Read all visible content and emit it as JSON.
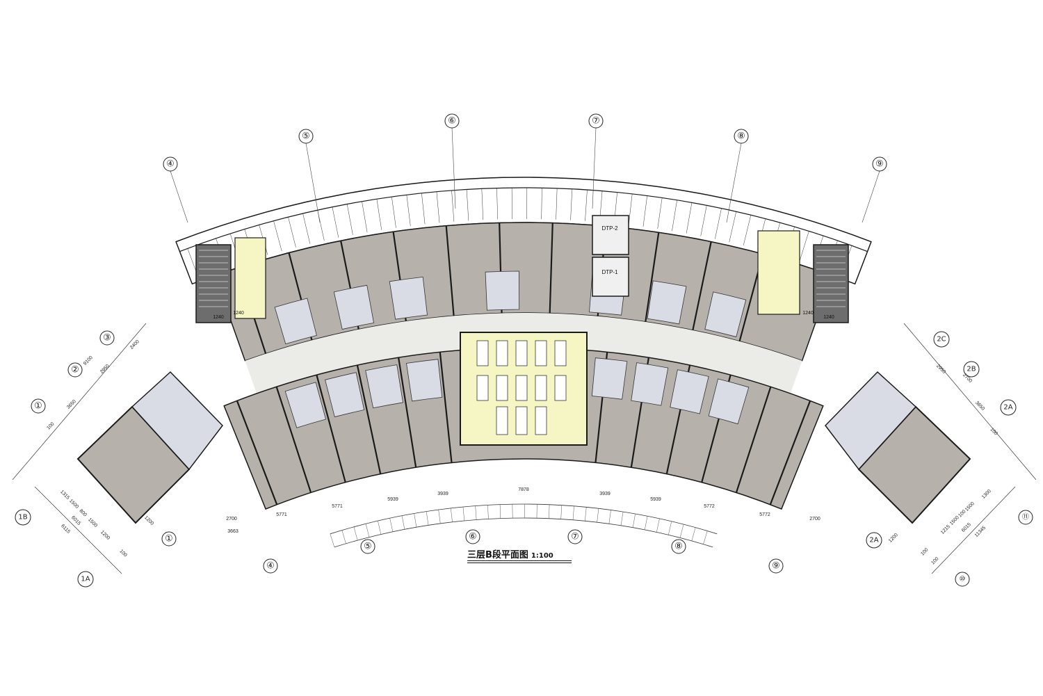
{
  "title": "三层B段平面图",
  "scale": "1:100",
  "colors": {
    "room_fill": "#b6b2ab",
    "bath_fill": "#d9dce4",
    "corridor_fill": "#ebebe7",
    "highlight_fill": "#f6f6c4",
    "stair_fill": "#6d6d6d",
    "wall": "#1a1a1a"
  },
  "grid_labels_top": [
    "④",
    "⑤",
    "⑥",
    "⑦",
    "⑧",
    "⑨"
  ],
  "grid_labels_bottom": [
    "④",
    "⑤",
    "⑥",
    "⑦",
    "⑧",
    "⑨"
  ],
  "grid_labels_left": [
    "①",
    "②",
    "③",
    "①",
    "1B",
    "1A"
  ],
  "grid_labels_right": [
    "2C",
    "2B",
    "2A",
    "⑪",
    "2A",
    "⑩"
  ],
  "elevators": [
    "DTP-2",
    "DTP-1"
  ],
  "stair_labels": [
    "1240",
    "1240",
    "1240",
    "1240"
  ],
  "dim_left": [
    "2400",
    "9100",
    "2950",
    "3650",
    "100",
    "1315",
    "1500",
    "800",
    "1500",
    "6015",
    "6115",
    "1200",
    "100",
    "1200"
  ],
  "dim_right": [
    "2950",
    "2700",
    "3650",
    "100",
    "1300",
    "1500",
    "100",
    "1500",
    "1215",
    "6015",
    "11345",
    "100",
    "100",
    "1200"
  ],
  "dim_bottom": [
    "2700",
    "3663",
    "5771",
    "5771",
    "5939",
    "3939",
    "7878",
    "3939",
    "5939",
    "5772",
    "5772",
    "2700"
  ]
}
